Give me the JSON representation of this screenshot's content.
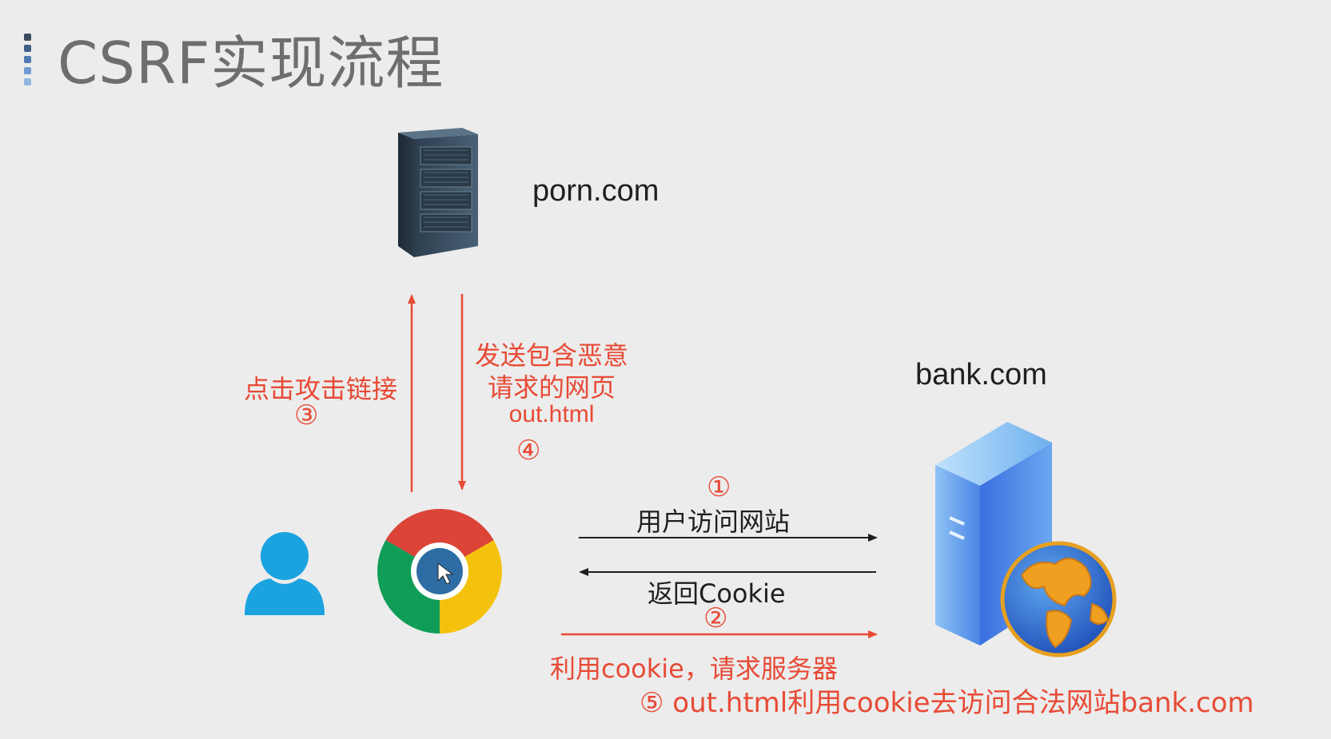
{
  "slide": {
    "title": "CSRF实现流程"
  },
  "nodes": {
    "attacker_site": "porn.com",
    "bank_site": "bank.com"
  },
  "steps": {
    "step1_num": "①",
    "step1_label": "用户访问网站",
    "return_cookie": "返回Cookie",
    "step2_num": "②",
    "step2_label": "利用cookie，请求服务器",
    "step3_label": "点击攻击链接",
    "step3_num": "③",
    "step4_label_line1": "发送包含恶意",
    "step4_label_line2": "请求的网页",
    "step4_label_line3": "out.html",
    "step4_num": "④",
    "step5_label": "⑤ out.html利用cookie去访问合法网站bank.com"
  },
  "colors": {
    "accent_red": "#e84a35",
    "arrow_black": "#1f1f1f",
    "user_blue": "#1ba3e0",
    "title_gray": "#6e6e6e"
  },
  "icons": [
    "server-icon",
    "bank-server-icon",
    "globe-icon",
    "user-icon",
    "chrome-icon"
  ]
}
